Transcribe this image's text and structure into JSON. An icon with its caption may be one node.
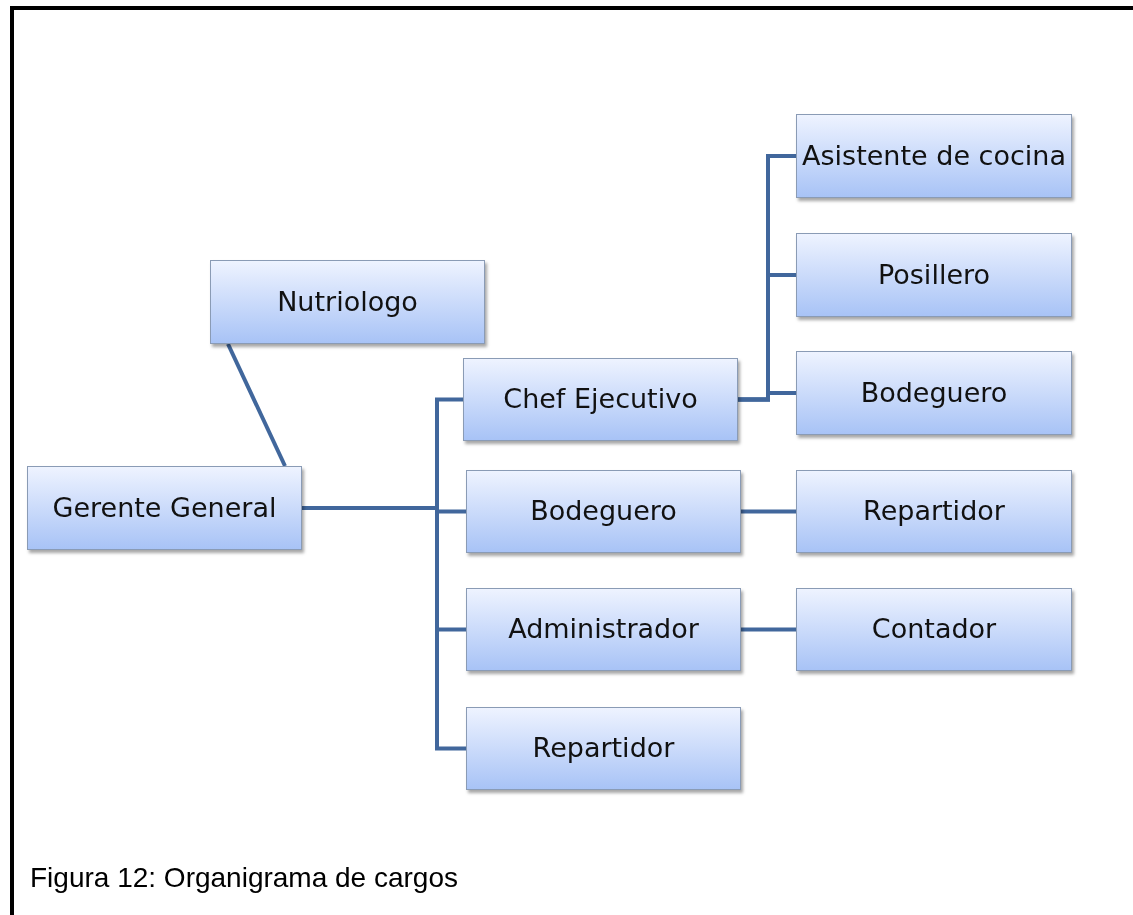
{
  "diagram": {
    "caption": "Figura 12: Organigrama de cargos",
    "nodes": [
      {
        "text": [
          "Gerente General"
        ]
      },
      {
        "text": [
          "Nutriologo"
        ]
      },
      {
        "text": [
          "Chef Ejecutivo"
        ]
      },
      {
        "text": [
          "Bodeguero"
        ]
      },
      {
        "text": [
          "Administrador"
        ]
      },
      {
        "text": [
          "Repartidor"
        ]
      },
      {
        "text": [
          "Asistente de cocina"
        ]
      },
      {
        "text": [
          "Posillero"
        ]
      },
      {
        "text": [
          "Bodeguero"
        ]
      },
      {
        "text": [
          "Repartidor"
        ]
      },
      {
        "text": [
          "Contador"
        ]
      }
    ],
    "edges": [
      {
        "from": 0,
        "to": 1,
        "arrow": "none"
      },
      {
        "from": 0,
        "to": 2,
        "arrow": "none"
      },
      {
        "from": 0,
        "to": 3,
        "arrow": "none"
      },
      {
        "from": 0,
        "to": 4,
        "arrow": "none"
      },
      {
        "from": 0,
        "to": 5,
        "arrow": "none"
      },
      {
        "from": 2,
        "to": 6,
        "arrow": "none"
      },
      {
        "from": 2,
        "to": 7,
        "arrow": "none"
      },
      {
        "from": 2,
        "to": 8,
        "arrow": "none"
      },
      {
        "from": 3,
        "to": 9,
        "arrow": "none"
      },
      {
        "from": 4,
        "to": 10,
        "arrow": "none"
      }
    ]
  }
}
